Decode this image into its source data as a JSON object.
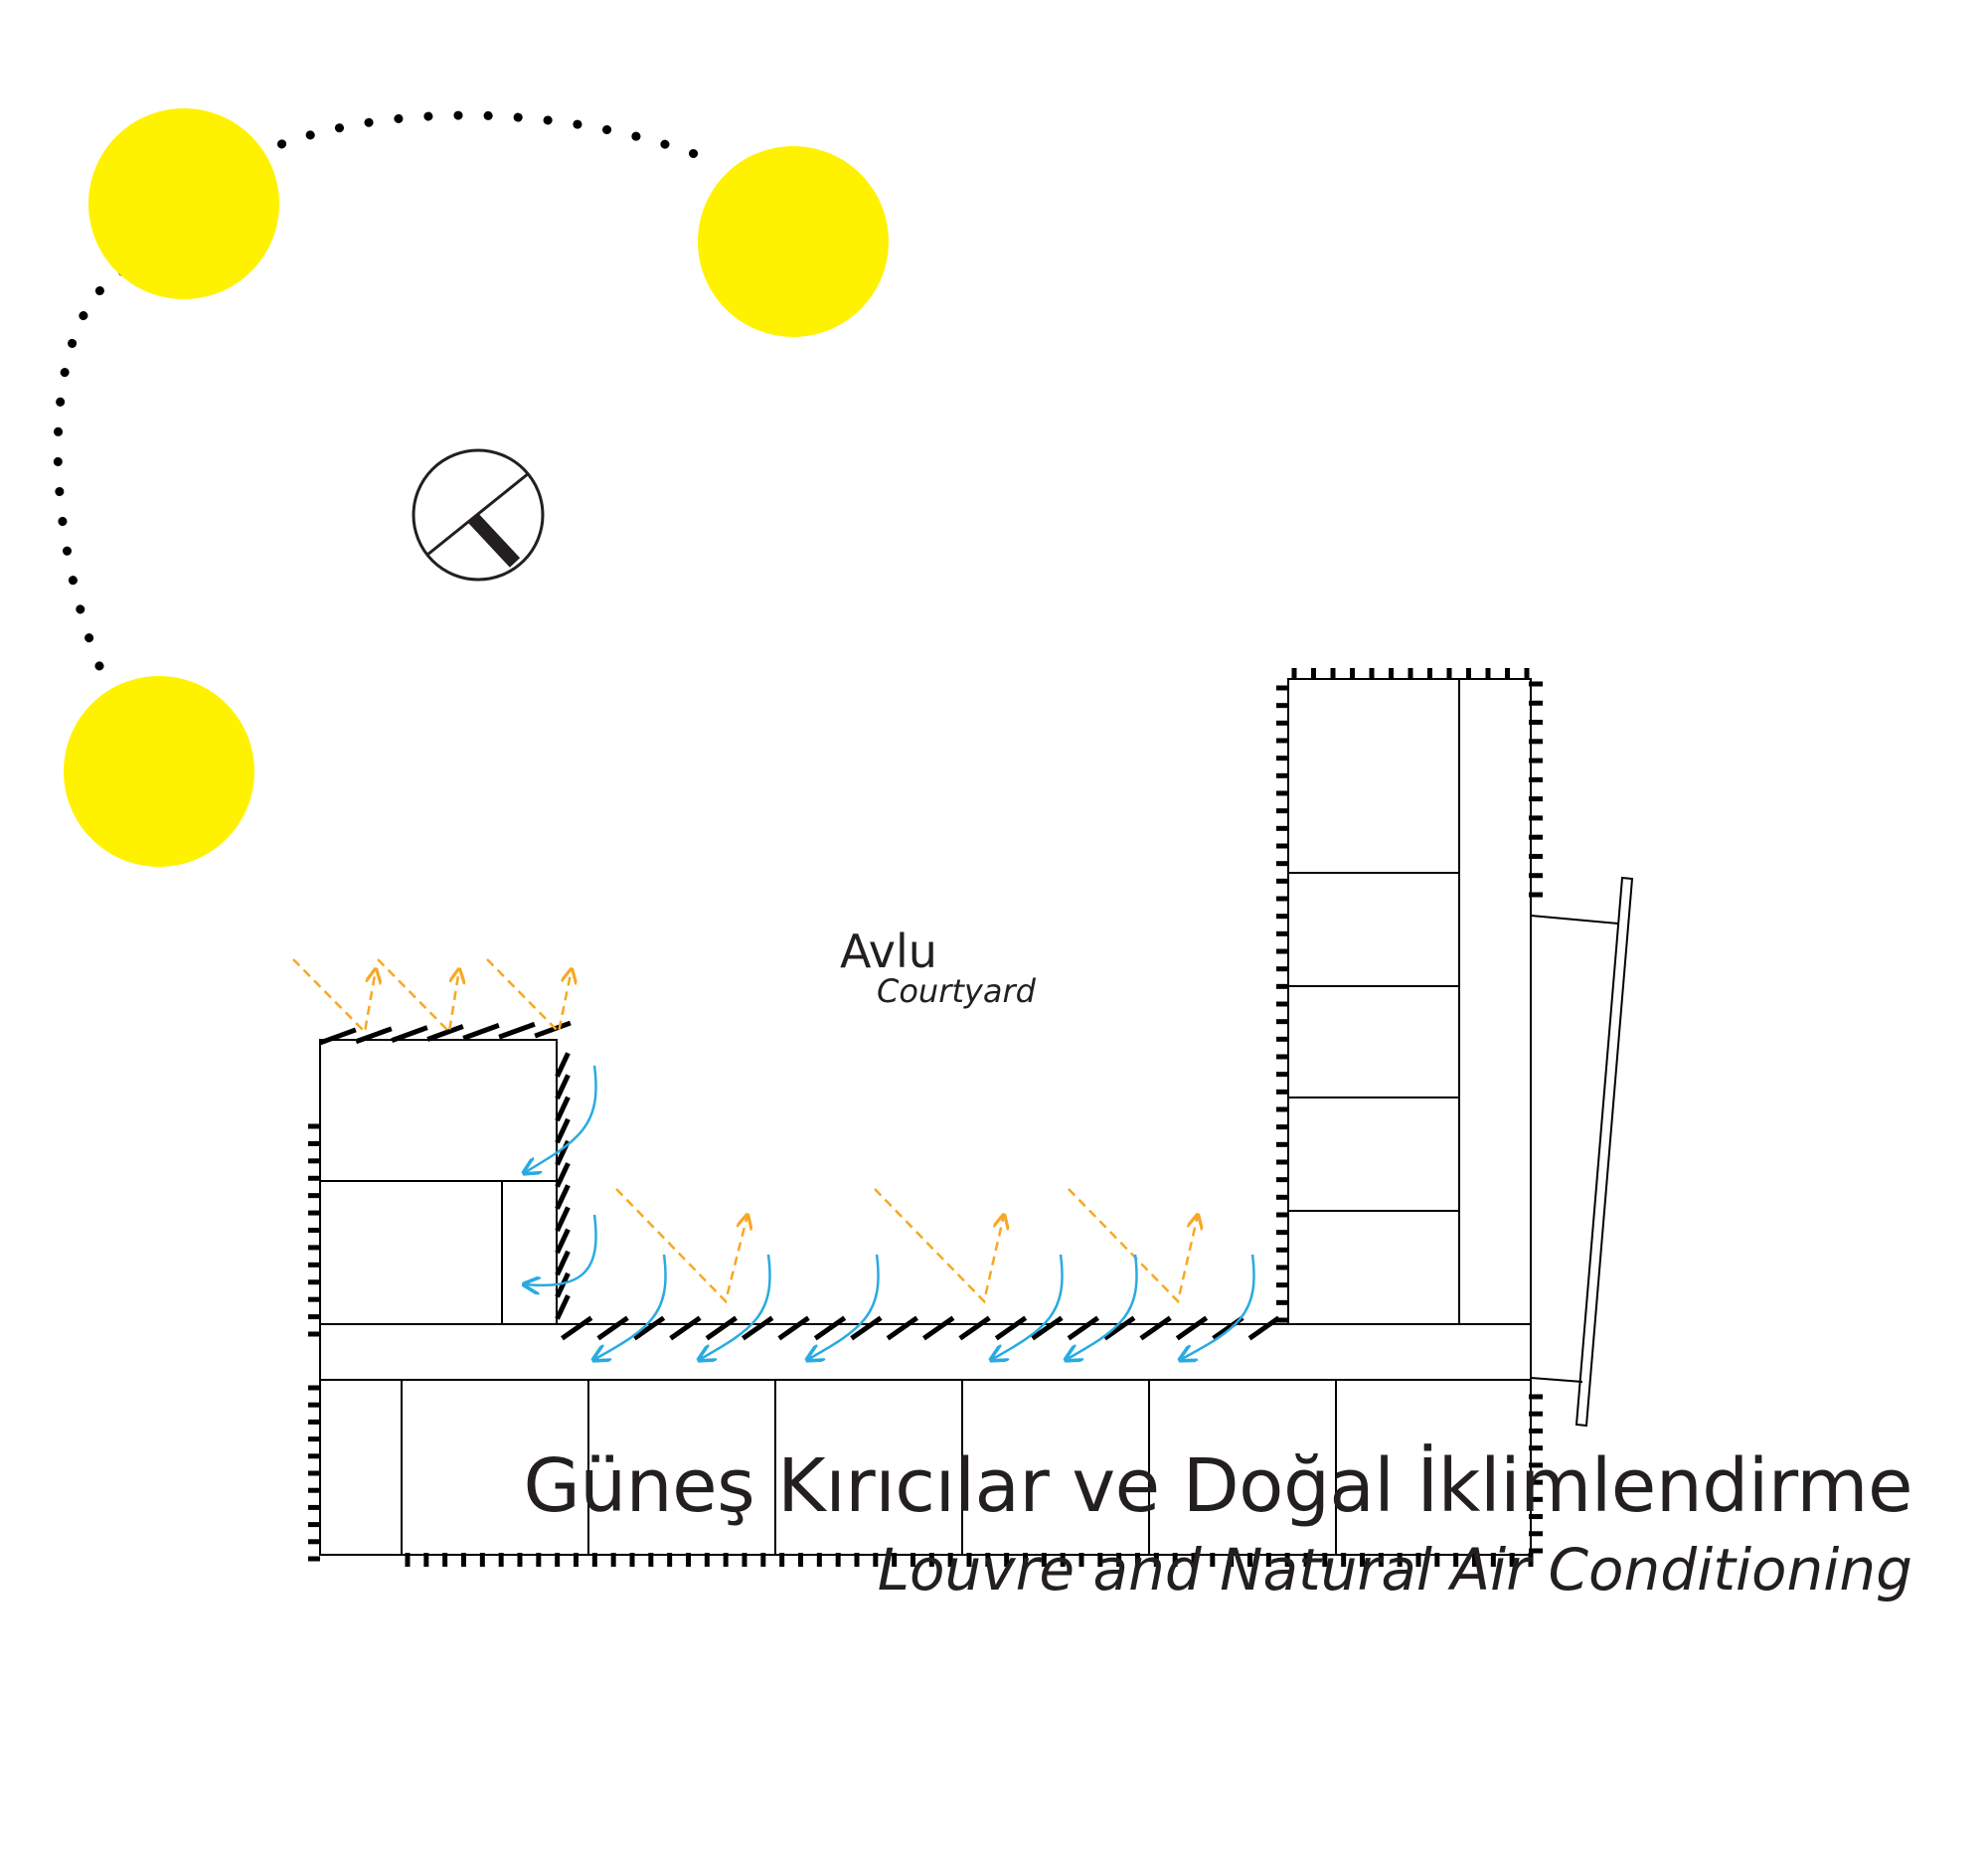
{
  "diagram": {
    "courtyard_label_tr": "Avlu",
    "courtyard_label_en": "Courtyard"
  },
  "title": {
    "tr": "Güneş Kırıcılar ve Doğal İklimlendirme",
    "en": "Louvre and Natural Air Conditioning"
  },
  "colors": {
    "sun": "#fff200",
    "sun_ray": "#f7a823",
    "wind": "#29abe2",
    "line": "#000000"
  },
  "icons": [
    "sun-icon",
    "compass-icon",
    "sun-ray-arrow-icon",
    "wind-arrow-icon",
    "louvre-icon"
  ]
}
